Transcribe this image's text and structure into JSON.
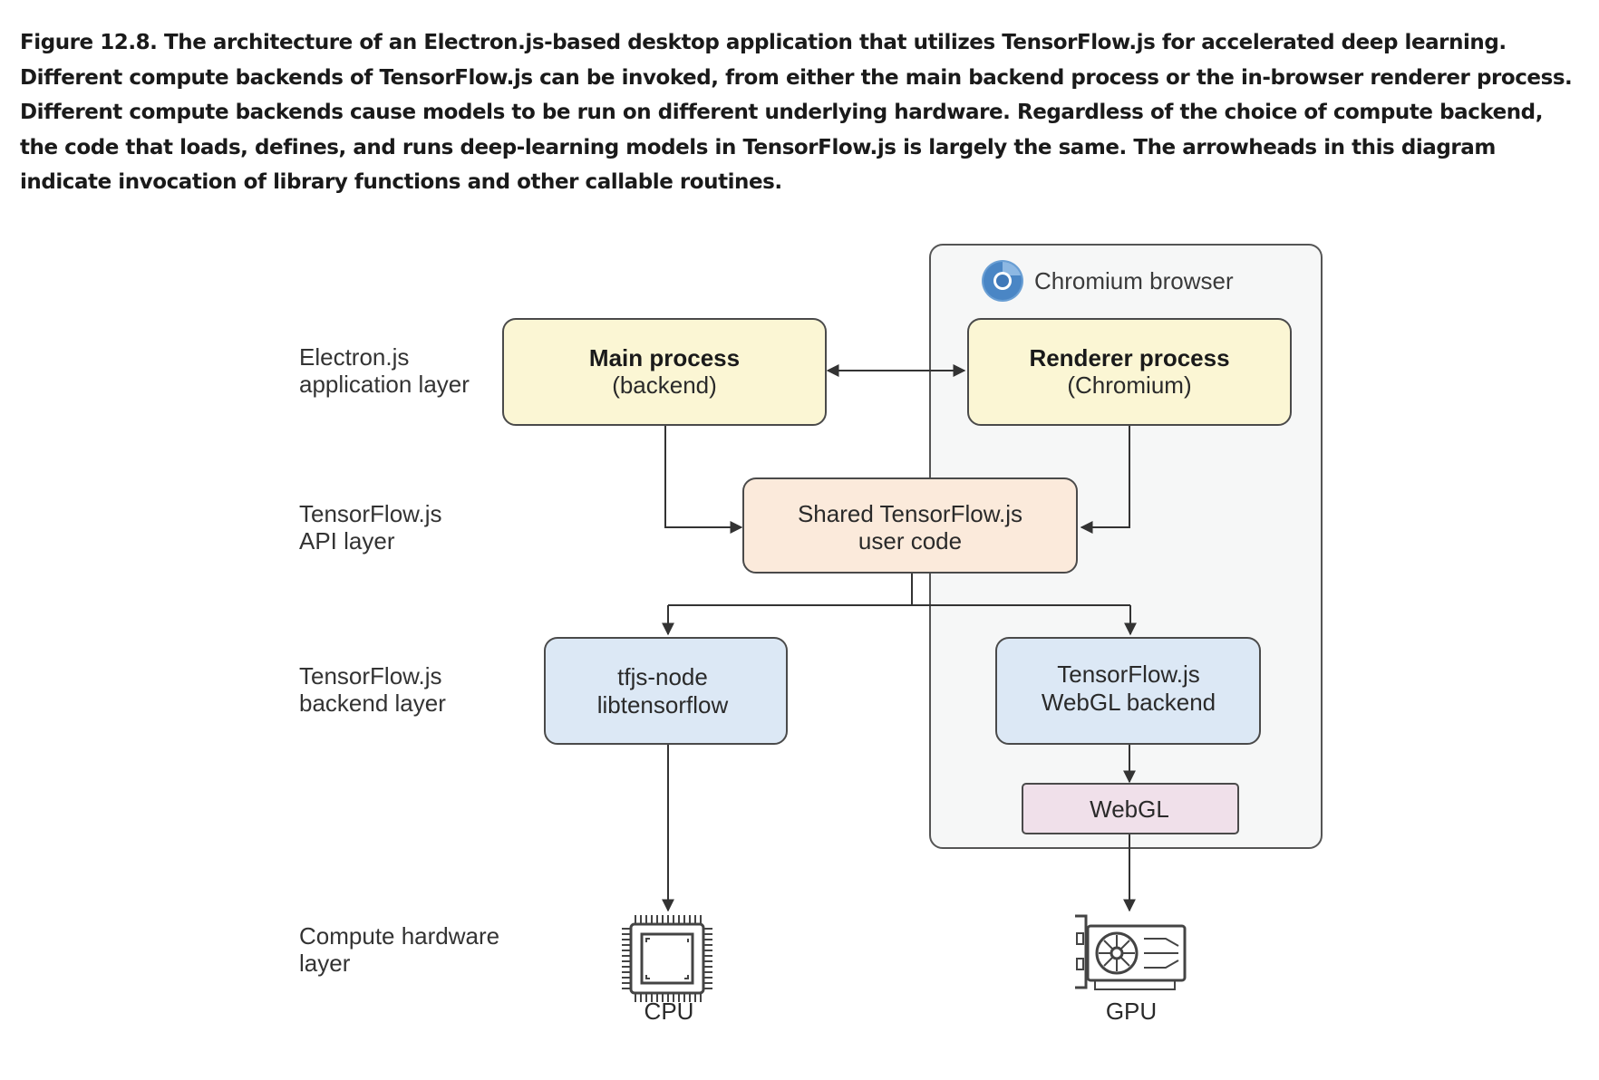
{
  "caption": "Figure 12.8. The architecture of an Electron.js-based desktop application that utilizes TensorFlow.js for accelerated deep learning. Different compute backends of TensorFlow.js can be invoked, from either the main backend process or the in-browser renderer process. Different compute backends cause models to be run on different underlying hardware. Regardless of the choice of compute backend, the code that loads, defines, and runs deep-learning models in TensorFlow.js is largely the same. The arrowheads in this diagram indicate invocation of library functions and other callable routines.",
  "container": {
    "label": "Chromium browser",
    "icon": "chromium-logo-icon",
    "fill": "#f6f7f7"
  },
  "layers": {
    "application": [
      "Electron.js",
      "application layer"
    ],
    "api": [
      "TensorFlow.js",
      "API layer"
    ],
    "backend": [
      "TensorFlow.js",
      "backend layer"
    ],
    "hardware": [
      "Compute hardware",
      "layer"
    ]
  },
  "boxes": {
    "main_process": {
      "title": "Main process",
      "subtitle": "(backend)",
      "fill": "#fbf6d4"
    },
    "renderer_process": {
      "title": "Renderer process",
      "subtitle": "(Chromium)",
      "fill": "#fbf6d4"
    },
    "shared_code": {
      "line1": "Shared TensorFlow.js",
      "line2": "user code",
      "fill": "#fbeadb"
    },
    "tfjs_node": {
      "line1": "tfjs-node",
      "line2": "libtensorflow",
      "fill": "#dce8f5"
    },
    "webgl_backend": {
      "line1": "TensorFlow.js",
      "line2": "WebGL backend",
      "fill": "#dce8f5"
    },
    "webgl": {
      "label": "WebGL",
      "fill": "#f0e0ea"
    }
  },
  "hardware": {
    "cpu": {
      "label": "CPU",
      "icon": "cpu-chip-icon"
    },
    "gpu": {
      "label": "GPU",
      "icon": "gpu-card-icon"
    }
  }
}
